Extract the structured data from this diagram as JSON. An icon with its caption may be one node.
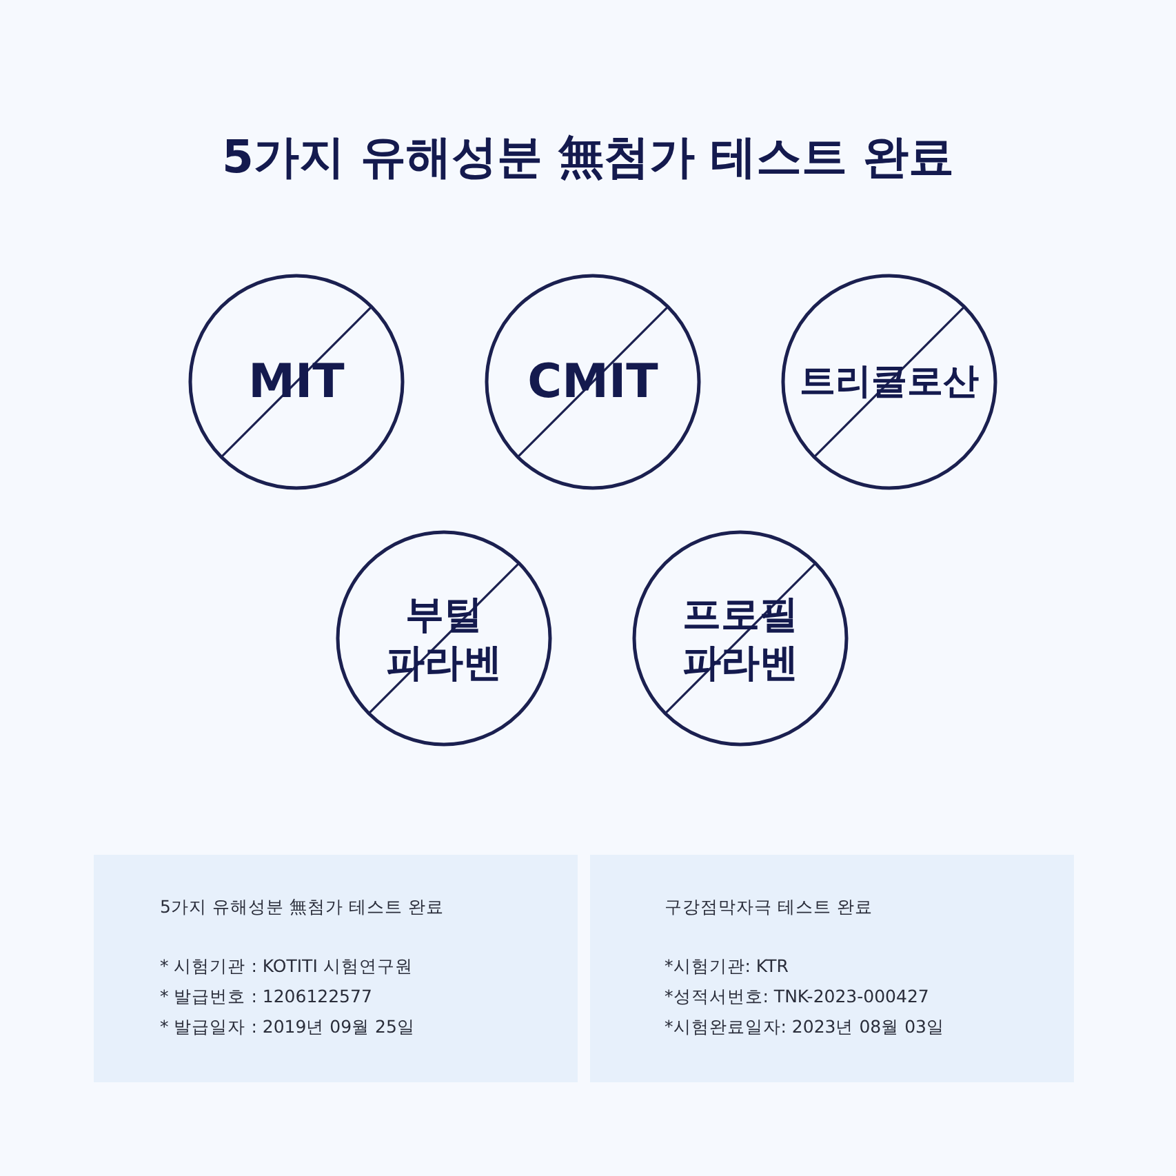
{
  "diagram": {
    "title": "5가지 유해성분 無첨가 테스트 완료",
    "nodes": [
      {
        "text": [
          "MIT"
        ]
      },
      {
        "text": [
          "CMIT"
        ]
      },
      {
        "text": [
          "트리클로산"
        ]
      },
      {
        "text": [
          "부틸 파라벤"
        ]
      },
      {
        "text": [
          "프로필 파라벤"
        ]
      },
      {
        "text": [
          "5가지 유해성분 無첨가 테스트 완료",
          "* 시험기관 : KOTITI 시험연구원",
          "* 발급번호 : 1206122577",
          "* 발급일자 : 2019년 09월 25일"
        ]
      },
      {
        "text": [
          "구강점막자극 테스트 완료",
          "*시험기관: KTR",
          "*성적서번호: TNK-2023-000427",
          "*시험완료일자: 2023년 08월 03일"
        ]
      }
    ],
    "edges": []
  }
}
